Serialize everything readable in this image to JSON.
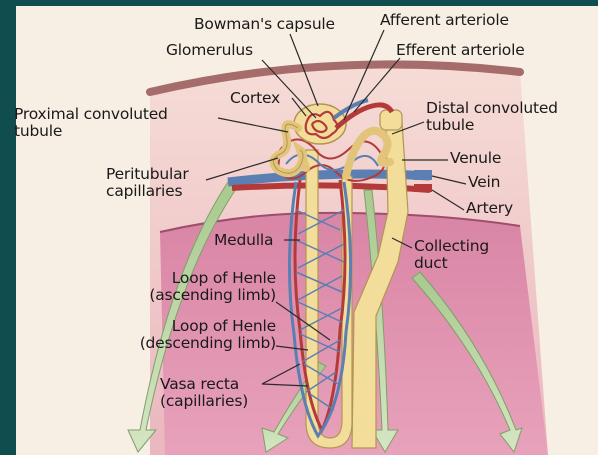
{
  "labels": {
    "bowmans_capsule": "Bowman's capsule",
    "afferent_arteriole": "Afferent arteriole",
    "glomerulus": "Glomerulus",
    "efferent_arteriole": "Efferent arteriole",
    "cortex": "Cortex",
    "proximal_convoluted_tubule": [
      "Proximal convoluted",
      "tubule"
    ],
    "distal_convoluted_tubule": [
      "Distal convoluted",
      "tubule"
    ],
    "peritubular_capillaries": [
      "Peritubular",
      "capillaries"
    ],
    "venule": "Venule",
    "vein": "Vein",
    "artery": "Artery",
    "medulla": "Medulla",
    "collecting_duct": [
      "Collecting",
      "duct"
    ],
    "loop_of_henle_ascending": [
      "Loop of Henle",
      "(ascending limb)"
    ],
    "loop_of_henle_descending": [
      "Loop of Henle",
      "(descending limb)"
    ],
    "vasa_recta": [
      "Vasa recta",
      "(capillaries)"
    ]
  },
  "colors": {
    "slide_background": "#0f4d4f",
    "panel": "#f6eee0",
    "cortex": "#f2cdc9",
    "medulla": "#db8aa6",
    "tubule": "#f3dd9a",
    "artery": "#b43a3a",
    "vein": "#5b7fb2",
    "arrow": "#bcd6a6"
  }
}
